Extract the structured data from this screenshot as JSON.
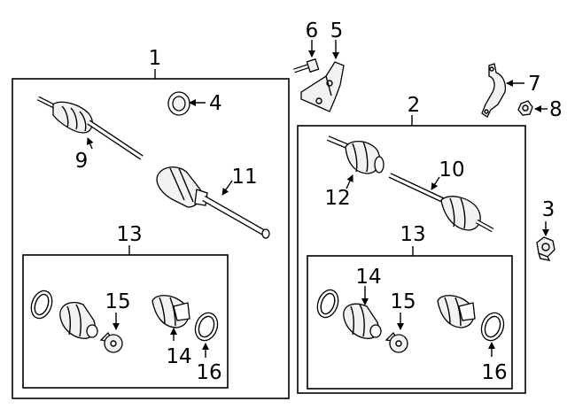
{
  "diagram": {
    "colors": {
      "line": "#000000",
      "part_fill": "#f2f2f2",
      "background": "#ffffff"
    },
    "labels": {
      "l1": "1",
      "l2": "2",
      "l3": "3",
      "l4": "4",
      "l5": "5",
      "l6": "6",
      "l7": "7",
      "l8": "8",
      "l9": "9",
      "l10": "10",
      "l11": "11",
      "l12": "12",
      "l13a": "13",
      "l13b": "13",
      "l14a": "14",
      "l14b": "14",
      "l15a": "15",
      "l15b": "15",
      "l16a": "16",
      "l16b": "16"
    }
  }
}
